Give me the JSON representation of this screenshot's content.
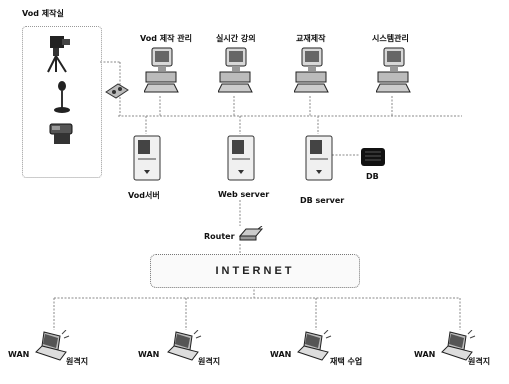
{
  "studio": {
    "label": "Vod 제작실"
  },
  "workstations": [
    {
      "label": "Vod 제작 관리"
    },
    {
      "label": "실시간 강의"
    },
    {
      "label": "교재제작"
    },
    {
      "label": "시스템관리"
    }
  ],
  "servers": [
    {
      "label": "Vod서버"
    },
    {
      "label": "Web server"
    },
    {
      "label": "DB server"
    }
  ],
  "database": {
    "label": "DB"
  },
  "router": {
    "label": "Router"
  },
  "internet": {
    "label": "INTERNET"
  },
  "clients": [
    {
      "wan_label": "WAN",
      "label": "원격지"
    },
    {
      "wan_label": "WAN",
      "label": "원격지"
    },
    {
      "wan_label": "WAN",
      "label": "재택 수업"
    },
    {
      "wan_label": "WAN",
      "label": "원격지"
    }
  ],
  "icons": {
    "workstation": "desktop-computer-icon",
    "server": "server-tower-icon",
    "database": "database-icon",
    "router": "router-icon",
    "laptop": "laptop-icon",
    "camera": "video-camera-icon",
    "microphone": "microphone-icon",
    "encoder": "encoder-device-icon",
    "tape": "video-tape-icon"
  }
}
